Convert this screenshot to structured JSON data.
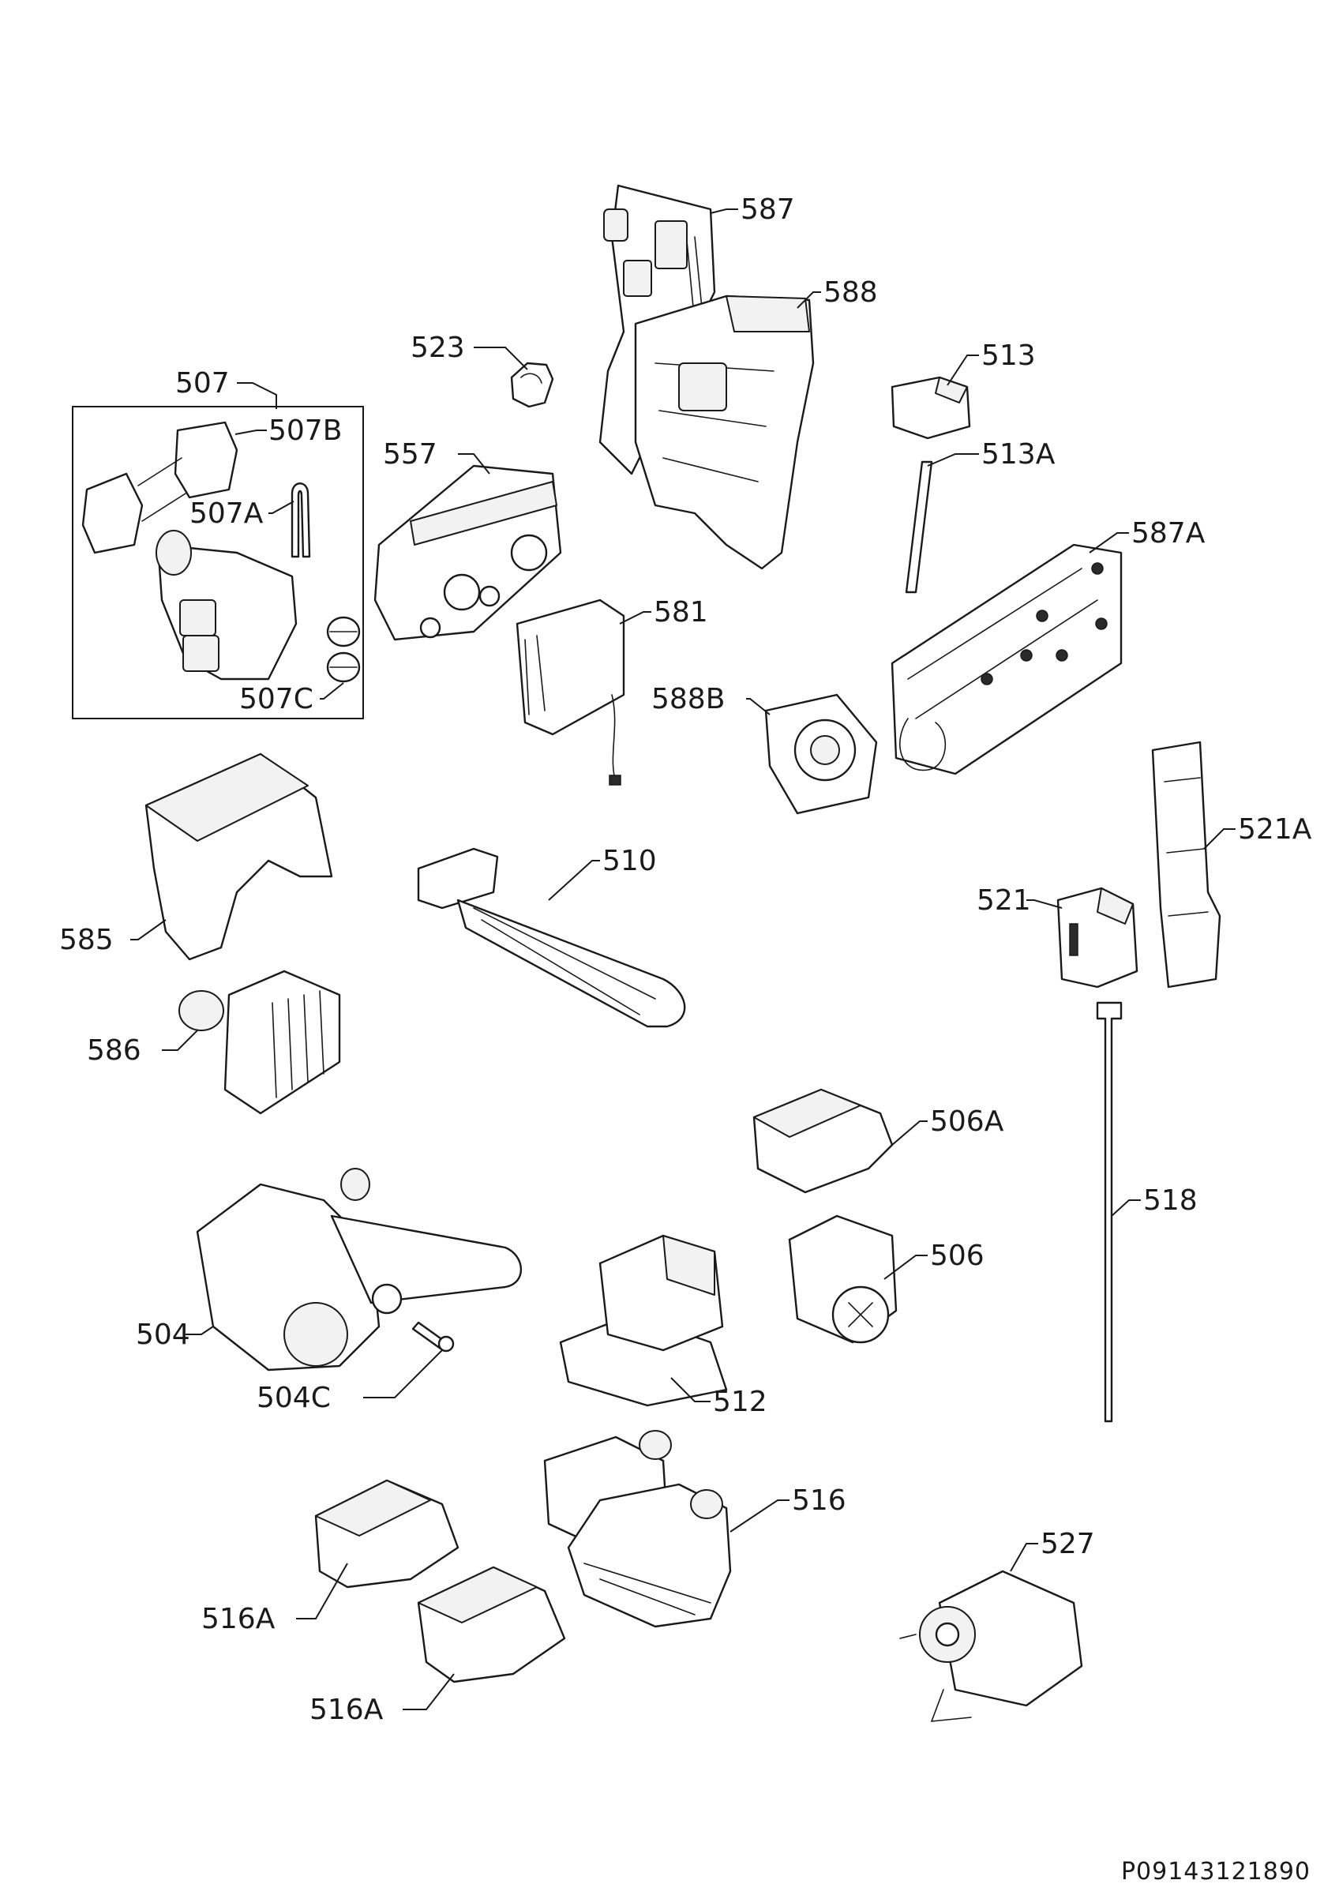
{
  "diagram": {
    "document_code": "P09143121890",
    "callouts": {
      "p587": "587",
      "p588": "588",
      "p523": "523",
      "p513": "513",
      "p507": "507",
      "p507B": "507B",
      "p557": "557",
      "p513A": "513A",
      "p507A": "507A",
      "p587A": "587A",
      "p581": "581",
      "p588B": "588B",
      "p507C": "507C",
      "p521A": "521A",
      "p510": "510",
      "p521": "521",
      "p585": "585",
      "p586": "586",
      "p506A": "506A",
      "p518": "518",
      "p506": "506",
      "p504": "504",
      "p504C": "504C",
      "p512": "512",
      "p516": "516",
      "p527": "527",
      "p516A_upper": "516A",
      "p516A_lower": "516A"
    }
  }
}
